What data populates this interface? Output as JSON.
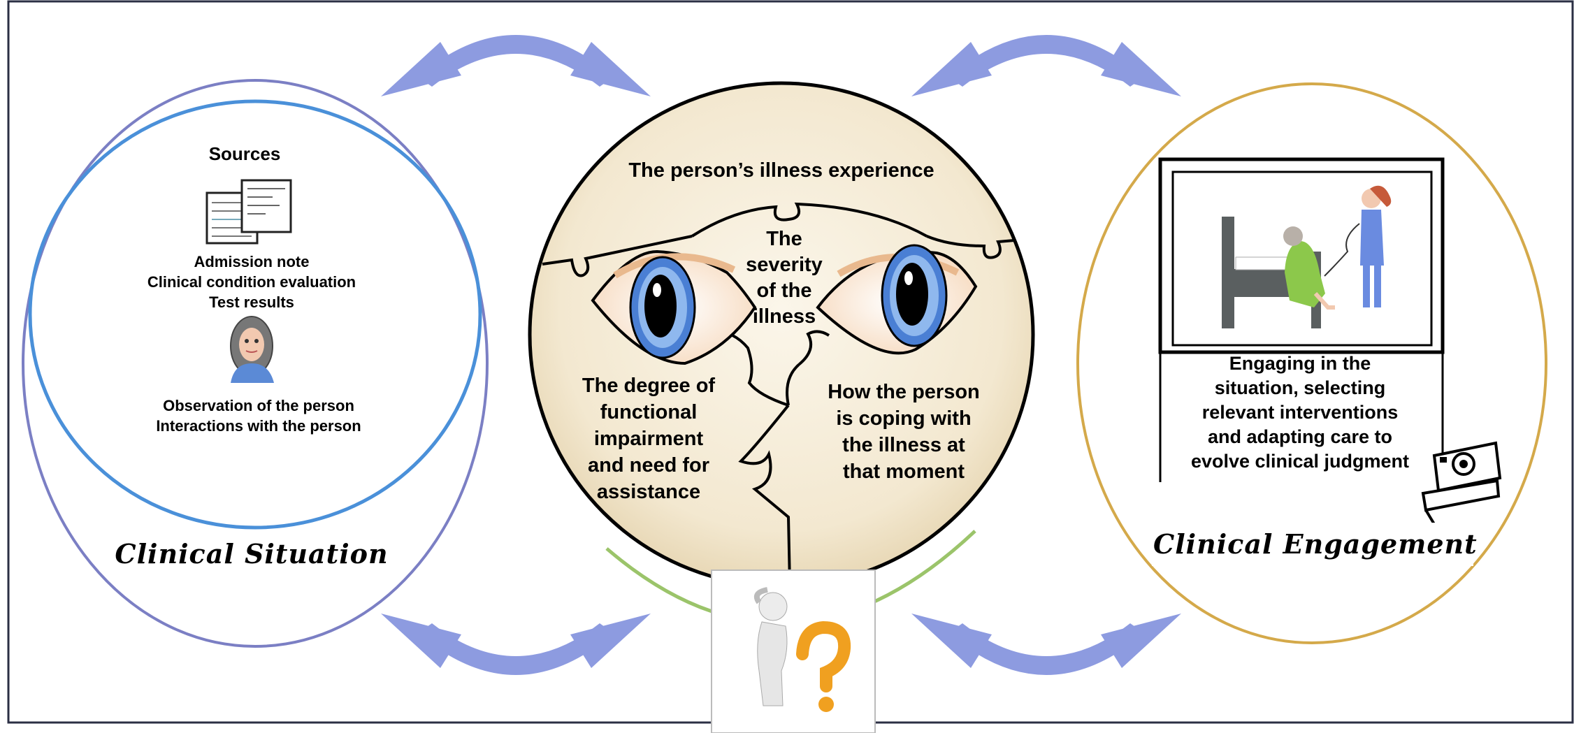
{
  "clinical_situation": {
    "heading": "Clinical Situation",
    "sources_title": "Sources",
    "document_sources": [
      "Admission note",
      "Clinical condition evaluation",
      "Test results"
    ],
    "person_sources": [
      "Observation of the person",
      "Interactions with the person"
    ]
  },
  "center": {
    "top_label": "The person’s illness experience",
    "severity": [
      "The",
      "severity",
      "of the",
      "illness"
    ],
    "functional": [
      "The degree of",
      "functional",
      "impairment",
      "and need for",
      "assistance"
    ],
    "coping": [
      "How the person",
      "is coping with",
      "the illness at",
      "that moment"
    ]
  },
  "clinical_engagement": {
    "heading": "Clinical Engagement",
    "description": [
      "Engaging in the",
      "situation, selecting",
      "relevant interventions",
      "and adapting care to",
      "evolve clinical judgment"
    ]
  },
  "colors": {
    "arrow": "#8d9be0",
    "situation_outer": "#7b7fc4",
    "situation_inner": "#4a90d9",
    "engagement_ring": "#d4a94a",
    "center_fill": "#f5ecd8",
    "green_arc": "#9bc46a",
    "iris": "#4a7fd4",
    "question_mark": "#f0a020"
  }
}
